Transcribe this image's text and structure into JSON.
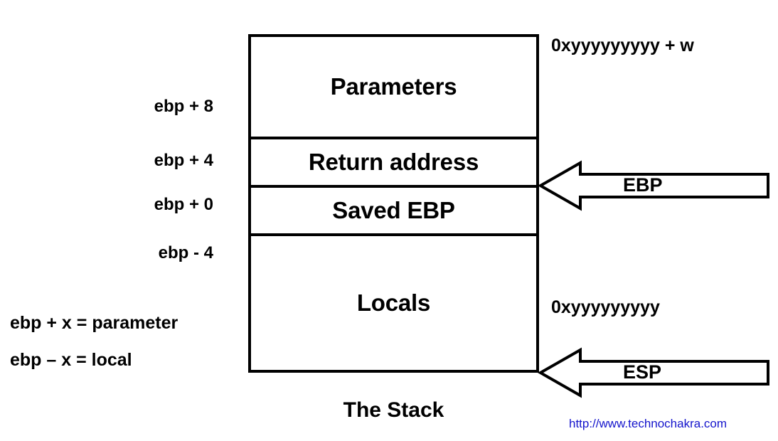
{
  "diagram": {
    "caption": "The Stack",
    "stack_cells": [
      {
        "name": "parameters",
        "label": "Parameters"
      },
      {
        "name": "return-address",
        "label": "Return address"
      },
      {
        "name": "saved-ebp",
        "label": "Saved EBP"
      },
      {
        "name": "locals",
        "label": "Locals"
      }
    ],
    "offsets": [
      {
        "name": "ebp-plus-8",
        "label": "ebp + 8"
      },
      {
        "name": "ebp-plus-4",
        "label": "ebp + 4"
      },
      {
        "name": "ebp-plus-0",
        "label": "ebp + 0"
      },
      {
        "name": "ebp-minus-4",
        "label": "ebp - 4"
      }
    ],
    "legend": [
      {
        "name": "parameter-rule",
        "label": "ebp + x = parameter"
      },
      {
        "name": "local-rule",
        "label": "ebp – x = local"
      }
    ],
    "addresses": {
      "high": "0xyyyyyyyyy + w",
      "low": "0xyyyyyyyyy"
    },
    "pointers": [
      {
        "name": "ebp-pointer",
        "label": "EBP"
      },
      {
        "name": "esp-pointer",
        "label": "ESP"
      }
    ]
  },
  "watermark": {
    "url": "http://www.technochakra.com"
  },
  "colors": {
    "stroke": "#000000",
    "background": "#ffffff",
    "watermark": "#1414cc"
  }
}
